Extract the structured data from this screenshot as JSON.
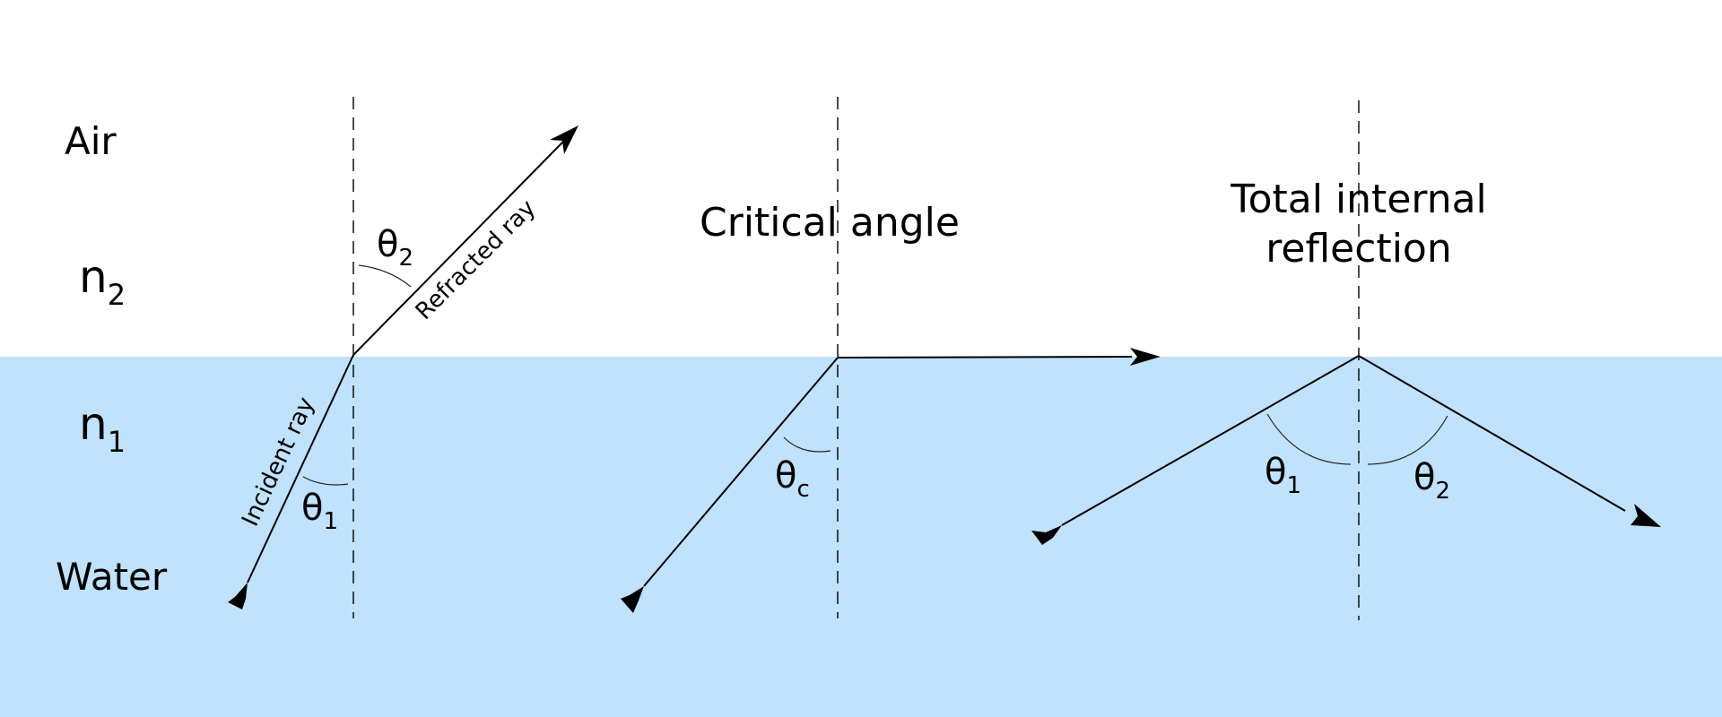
{
  "colors": {
    "water": "#c0e2fc",
    "air": "#ffffff",
    "line": "#000000"
  },
  "media": {
    "air_label": "Air",
    "water_label": "Water",
    "n_upper": {
      "base": "n",
      "sub": "2"
    },
    "n_lower": {
      "base": "n",
      "sub": "1"
    }
  },
  "panels": {
    "refraction": {
      "incident_label": "Incident ray",
      "refracted_label": "Refracted ray",
      "angle_incident": {
        "base": "θ",
        "sub": "1"
      },
      "angle_refracted": {
        "base": "θ",
        "sub": "2"
      }
    },
    "critical": {
      "title": "Critical angle",
      "angle": {
        "base": "θ",
        "sub": "c"
      }
    },
    "tir": {
      "title_line1": "Total internal",
      "title_line2": "reflection",
      "angle_incident": {
        "base": "θ",
        "sub": "1"
      },
      "angle_reflected": {
        "base": "θ",
        "sub": "2"
      }
    }
  }
}
